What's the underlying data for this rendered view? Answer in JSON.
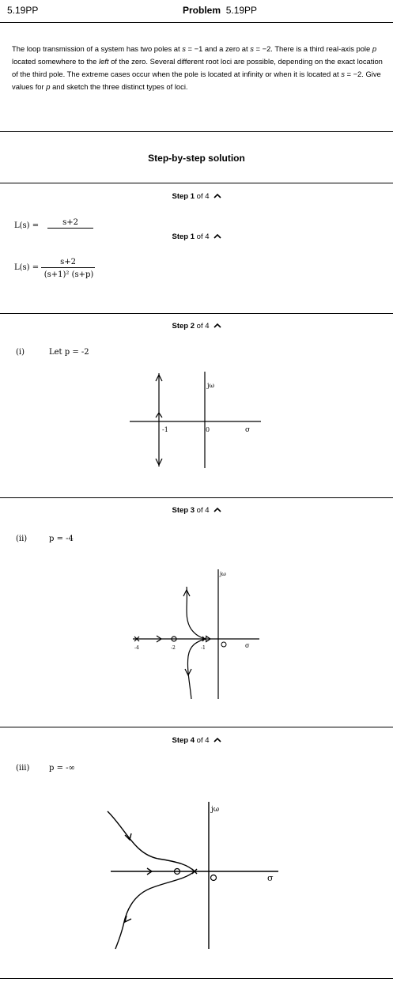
{
  "header": {
    "code": "5.19PP",
    "title_bold": "Problem",
    "title_rest": "5.19PP"
  },
  "problem": {
    "p1": "The loop transmission of a system has two poles at ",
    "s1": "s",
    "p2": " = −1 and a zero at ",
    "s2": "s",
    "p3": " = −2. There is a third real-axis pole ",
    "pvar": "p",
    "p4": " located somewhere to the ",
    "left": "left",
    "p5": " of the zero. Several different root loci are possible, depending on the exact location of the third pole. The extreme cases occur when the pole is located at infinity or when it is located at ",
    "s3": "s",
    "p6": " = −2. Give values for ",
    "pvar2": "p",
    "p7": " and sketch the three distinct types of loci."
  },
  "solution_title": "Step-by-step solution",
  "steps": [
    {
      "label": "Step",
      "num": "1",
      "of": "of 4"
    },
    {
      "label": "Step",
      "num": "1",
      "of": "of 4"
    },
    {
      "label": "Step",
      "num": "2",
      "of": "of 4"
    },
    {
      "label": "Step",
      "num": "3",
      "of": "of 4"
    },
    {
      "label": "Step",
      "num": "4",
      "of": "of 4"
    }
  ],
  "step1": {
    "eq1_lhs": "L(s) =",
    "eq1_num": "s+2",
    "eq2_lhs": "L(s) =",
    "eq2_num": "s+2",
    "eq2_den": "(s+1)² (s+p)"
  },
  "step2": {
    "case": "(i)",
    "text": "Let  p = -2",
    "jw": "jω",
    "sigma": "σ",
    "tick_neg1": "-1",
    "tick_zero": "0"
  },
  "step3": {
    "case": "(ii)",
    "text": "p = -4",
    "jw": "jω",
    "sigma": "σ",
    "tick_neg4": "-4",
    "tick_neg2": "-2",
    "tick_neg1": "-1"
  },
  "step4": {
    "case": "(iii)",
    "text": "p = -∞",
    "jw": "jω",
    "sigma": "σ"
  }
}
